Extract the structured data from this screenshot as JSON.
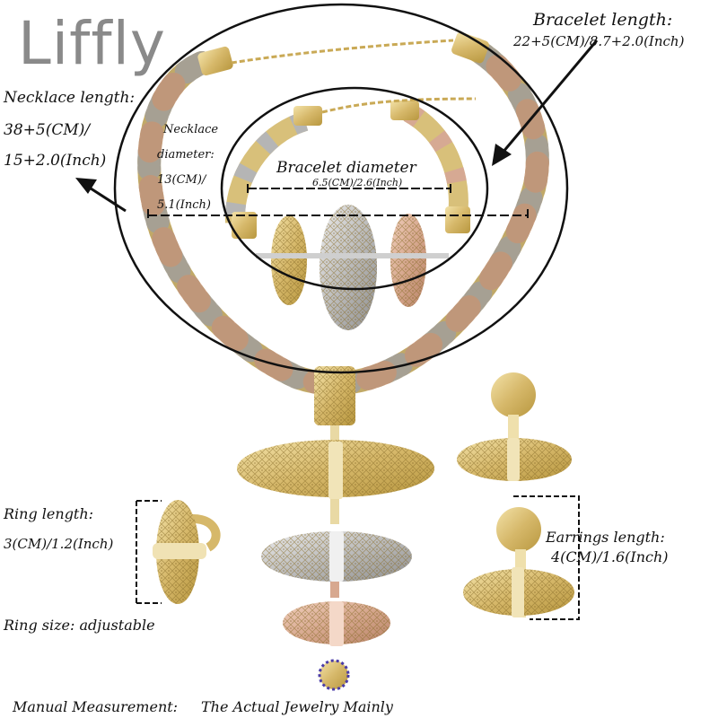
{
  "brand": "Liffly",
  "labels": {
    "bracelet_length_title": "Bracelet length:",
    "bracelet_length_value": "22+5(CM)/8.7+2.0(Inch)",
    "necklace_length_title": "Necklace length:",
    "necklace_length_value_1": "38+5(CM)/",
    "necklace_length_value_2": "15+2.0(Inch)",
    "necklace_diameter_1": "Necklace",
    "necklace_diameter_2": "diameter:",
    "necklace_diameter_3": "13(CM)/",
    "necklace_diameter_4": "5.1(Inch)",
    "bracelet_diameter_title": "Bracelet diameter",
    "bracelet_diameter_value": "6.5(CM)/2.6(Inch)",
    "ring_length_title": "Ring length:",
    "ring_length_value": "3(CM)/1.2(Inch)",
    "ring_size": "Ring size: adjustable",
    "earrings_length_title": "Earrings length:",
    "earrings_length_value": "4(CM)/1.6(Inch)",
    "footer_1": "Manual Measurement:",
    "footer_2": "The Actual Jewelry Mainly"
  },
  "colors": {
    "gold": "#d9c07a",
    "silver": "#b8b8b8",
    "rose": "#d7ab94",
    "ink": "#111111",
    "logo": "#8a8a8a",
    "footer_accent": "#2a2aa0"
  }
}
